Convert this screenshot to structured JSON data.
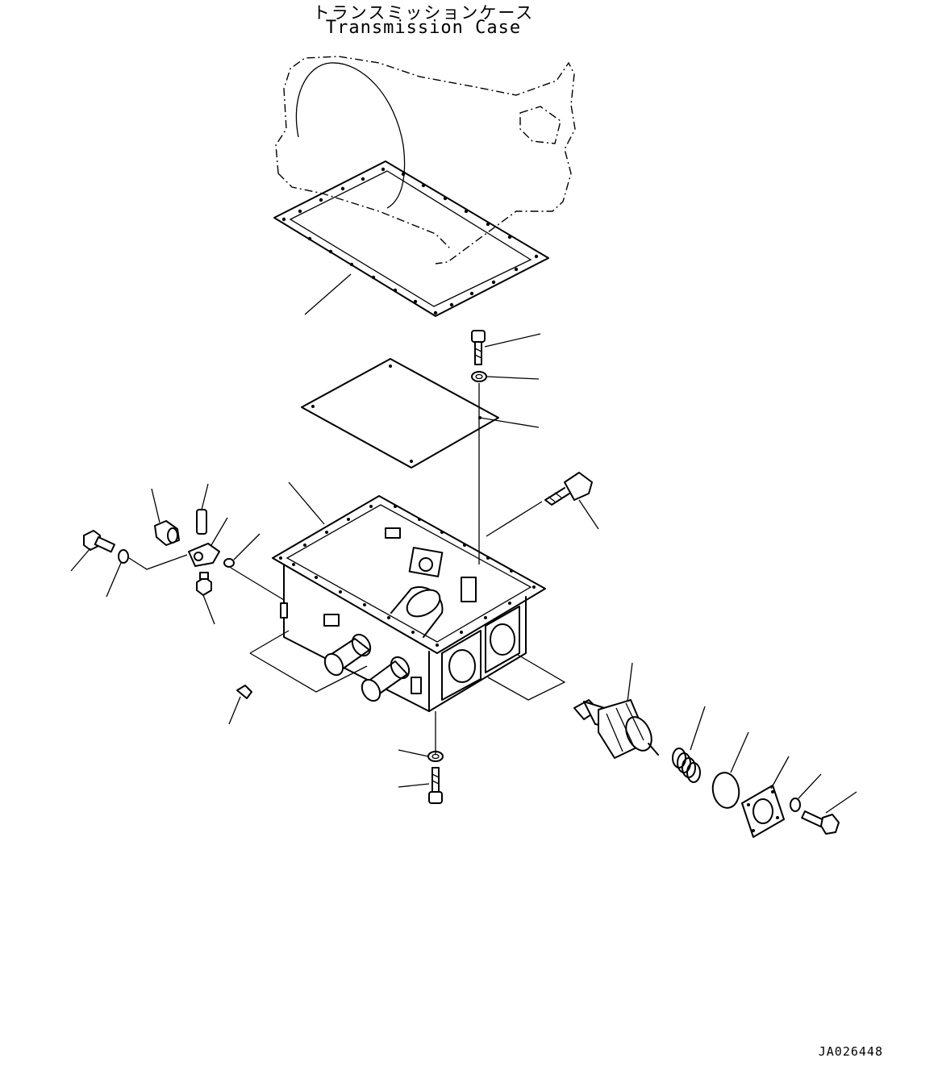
{
  "header": {
    "title_jp": "トランスミッションケース",
    "title_en": "Transmission Case"
  },
  "footer": {
    "doc_code": "JA026448"
  },
  "icons": {
    "parts": [
      "transmission-outline",
      "gasket",
      "cover-plate",
      "case-body",
      "bolt",
      "washer",
      "plug",
      "pin",
      "adapter",
      "o-ring",
      "spring",
      "strainer-element",
      "flange-cover"
    ]
  }
}
